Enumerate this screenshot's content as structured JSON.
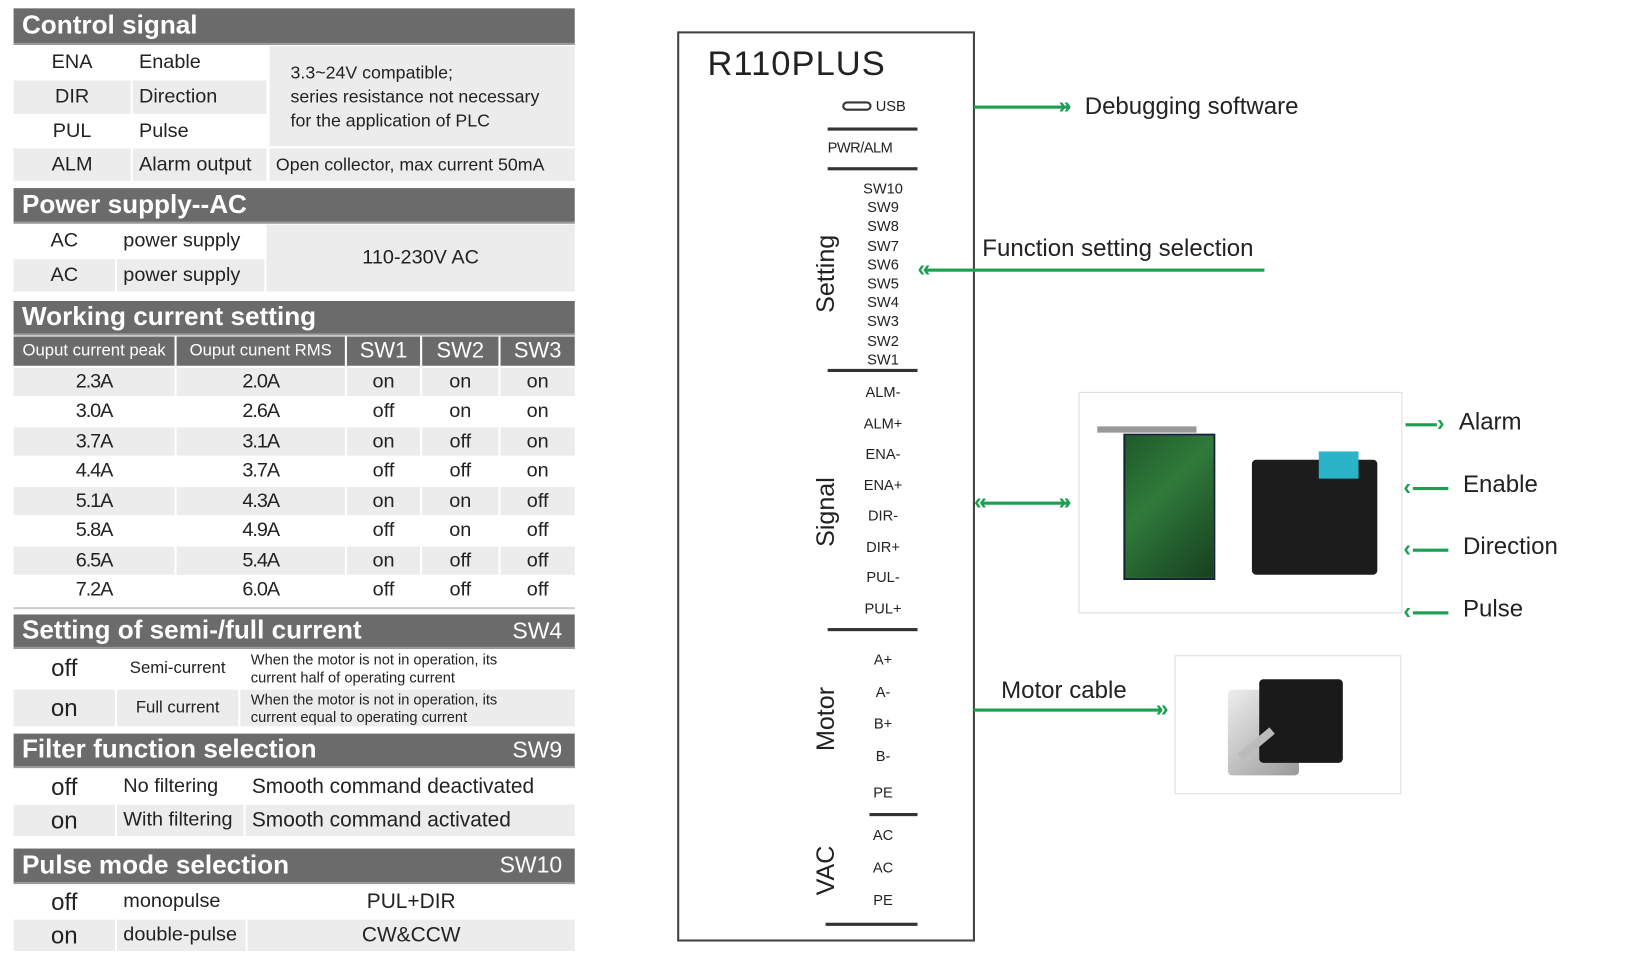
{
  "control_signal": {
    "title": "Control signal",
    "rows": [
      {
        "code": "ENA",
        "name": "Enable"
      },
      {
        "code": "DIR",
        "name": "Direction"
      },
      {
        "code": "PUL",
        "name": "Pulse"
      },
      {
        "code": "ALM",
        "name": "Alarm output"
      }
    ],
    "note_lines": [
      "3.3~24V compatible;",
      "series resistance not necessary",
      "for the application of PLC"
    ],
    "alm_note": "Open collector, max current 50mA"
  },
  "power_supply": {
    "title": "Power supply--AC",
    "rows": [
      {
        "code": "AC",
        "name": "power supply"
      },
      {
        "code": "AC",
        "name": "power supply"
      }
    ],
    "value": "110-230V AC"
  },
  "working_current": {
    "title": "Working current setting",
    "columns": [
      "Ouput current peak",
      "Ouput cunent RMS",
      "SW1",
      "SW2",
      "SW3"
    ],
    "rows": [
      [
        "2.3A",
        "2.0A",
        "on",
        "on",
        "on"
      ],
      [
        "3.0A",
        "2.6A",
        "off",
        "on",
        "on"
      ],
      [
        "3.7A",
        "3.1A",
        "on",
        "off",
        "on"
      ],
      [
        "4.4A",
        "3.7A",
        "off",
        "off",
        "on"
      ],
      [
        "5.1A",
        "4.3A",
        "on",
        "on",
        "off"
      ],
      [
        "5.8A",
        "4.9A",
        "off",
        "on",
        "off"
      ],
      [
        "6.5A",
        "5.4A",
        "on",
        "off",
        "off"
      ],
      [
        "7.2A",
        "6.0A",
        "off",
        "off",
        "off"
      ]
    ]
  },
  "semi_full": {
    "title": "Setting of semi-/full current",
    "switch": "SW4",
    "rows": [
      {
        "state": "off",
        "mode": "Semi-current",
        "desc_lines": [
          "When the motor is not in operation, its",
          "current half of operating current"
        ]
      },
      {
        "state": "on",
        "mode": "Full current",
        "desc_lines": [
          "When the motor is not in operation, its",
          "current equal to operating current"
        ]
      }
    ]
  },
  "filter": {
    "title": "Filter function selection",
    "switch": "SW9",
    "rows": [
      {
        "state": "off",
        "mode": "No filtering",
        "desc": "Smooth command deactivated"
      },
      {
        "state": "on",
        "mode": "With filtering",
        "desc": "Smooth command activated"
      }
    ]
  },
  "pulse_mode": {
    "title": "Pulse mode selection",
    "switch": "SW10",
    "rows": [
      {
        "state": "off",
        "mode": "monopulse",
        "desc": "PUL+DIR"
      },
      {
        "state": "on",
        "mode": "double-pulse",
        "desc": "CW&CCW"
      }
    ]
  },
  "driver": {
    "model": "R110PLUS",
    "usb": "USB",
    "pwr_alm": "PWR/ALM",
    "setting_label": "Setting",
    "setting_pins": [
      "SW10",
      "SW9",
      "SW8",
      "SW7",
      "SW6",
      "SW5",
      "SW4",
      "SW3",
      "SW2",
      "SW1"
    ],
    "signal_label": "Signal",
    "signal_pins": [
      "ALM-",
      "ALM+",
      "ENA-",
      "ENA+",
      "DIR-",
      "DIR+",
      "PUL-",
      "PUL+"
    ],
    "motor_label": "Motor",
    "motor_pins": [
      "A+",
      "A-",
      "B+",
      "B-",
      "PE"
    ],
    "vac_label": "VAC",
    "vac_pins": [
      "AC",
      "AC",
      "PE"
    ]
  },
  "connections": {
    "debugging": "Debugging software",
    "function_setting": "Function setting selection",
    "alarm": "Alarm",
    "enable": "Enable",
    "direction": "Direction",
    "pulse": "Pulse",
    "motor_cable": "Motor cable"
  },
  "colors": {
    "header": "#6b6b6b",
    "row_alt": "#ececec",
    "arrow": "#1aa050"
  }
}
